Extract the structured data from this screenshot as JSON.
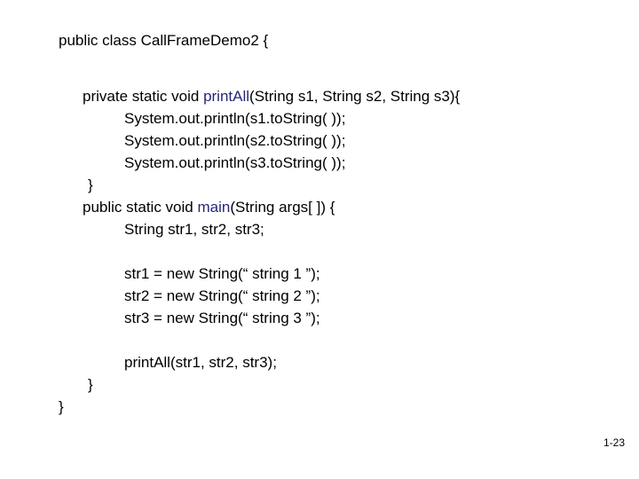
{
  "slide": {
    "background_color": "#ffffff",
    "text_color": "#000000",
    "highlight_color": "#262678",
    "page_number": "1-23"
  },
  "code": {
    "language": "java",
    "class_declaration": "public class CallFrameDemo2 {",
    "lines": {
      "print_all_signature_before": "private static void ",
      "print_all_name": "printAll",
      "print_all_signature_after": "(String s1, String s2, String s3){",
      "println_s1": "System.out.println(s1.toString( ));",
      "println_s2": "System.out.println(s2.toString( ));",
      "println_s3": "System.out.println(s3.toString( ));",
      "close_print_all": "}",
      "main_signature_before": "public static void ",
      "main_name": "main",
      "main_signature_after": "(String args[ ]) {",
      "declare_strings": "String str1, str2, str3;",
      "assign_str1": "str1 = new String(“ string 1 ”);",
      "assign_str2": "str2 = new String(“ string 2 ”);",
      "assign_str3": "str3 = new String(“ string 3 ”);",
      "call_print_all": "printAll(str1, str2, str3);",
      "close_main": "}",
      "close_class": "}"
    }
  }
}
